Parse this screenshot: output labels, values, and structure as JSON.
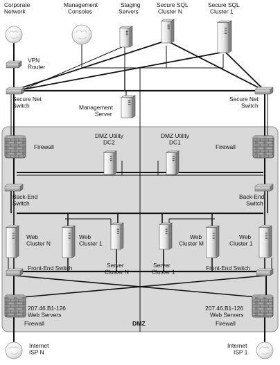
{
  "labels": {
    "corporate_network": [
      "Corporate",
      "Network"
    ],
    "management_consoles": [
      "Management",
      "Consoles"
    ],
    "staging_servers": [
      "Staging",
      "Servers"
    ],
    "secure_sql_cluster_n": [
      "Secure SQL",
      "Cluster N"
    ],
    "secure_sql_cluster_1": [
      "Secure SQL",
      "Cluster 1"
    ],
    "vpn_router": [
      "VPN",
      "Router"
    ],
    "secure_net_switch_left": [
      "Secure Net",
      "Switch"
    ],
    "secure_net_switch_right": [
      "Secure Net",
      "Switch"
    ],
    "management_server": [
      "Management",
      "Server"
    ],
    "firewall_top_left": "Firewall",
    "firewall_top_right": "Firewall",
    "dmz_utility_dc2": [
      "DMZ Utility",
      "DC2"
    ],
    "dmz_utility_dc1": [
      "DMZ Utility",
      "DC1"
    ],
    "back_end_switch_left": [
      "Back-End",
      "Switch"
    ],
    "back_end_switch_right": [
      "Back-End",
      "Switch"
    ],
    "web_cluster_n": [
      "Web",
      "Cluster N"
    ],
    "web_cluster_1_left": [
      "Web",
      "Cluster 1"
    ],
    "web_cluster_m": [
      "Web",
      "Cluster M"
    ],
    "web_cluster_1_right": [
      "Web",
      "Cluster 1"
    ],
    "front_end_switch_left": "Front-End Switch",
    "front_end_switch_right": "Front-End Switch",
    "server_cluster_n": [
      "Server",
      "Cluster N"
    ],
    "server_cluster_1": [
      "Server",
      "Cluster 1"
    ],
    "web_servers_left": [
      "207.46.B1-126",
      "Web Servers"
    ],
    "web_servers_right": [
      "207.46.B1-126",
      "Web Servers"
    ],
    "firewall_bottom_left": "Firewall",
    "firewall_bottom_right": "Firewall",
    "dmz": "DMZ",
    "internet_isp_n": [
      "Internet",
      "ISP N"
    ],
    "internet_isp_1": [
      "Internet",
      "ISP 1"
    ]
  },
  "colors": {
    "dmz_zone": "#d9d9d9",
    "line": "#111111",
    "server_light": "#f4f4f4",
    "server_dark": "#9a9a9a",
    "firewall_brick": "#8e8e8e",
    "switch": "#b9b9b9"
  }
}
